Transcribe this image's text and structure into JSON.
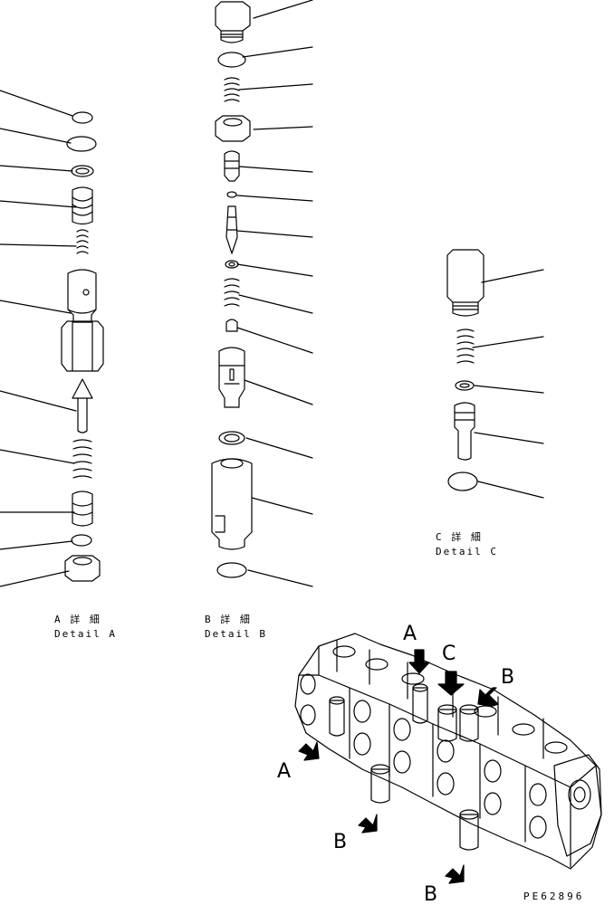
{
  "detail_a": {
    "jp": "A 詳 細",
    "en": "Detail A"
  },
  "detail_b": {
    "jp": "B 詳 細",
    "en": "Detail B"
  },
  "detail_c": {
    "jp": "C 詳 細",
    "en": "Detail C"
  },
  "view_markers": {
    "a_top": "A",
    "a_left": "A",
    "c": "C",
    "b_right": "B",
    "b_mid": "B",
    "b_bottom": "B"
  },
  "drawing_code": "PE62896"
}
